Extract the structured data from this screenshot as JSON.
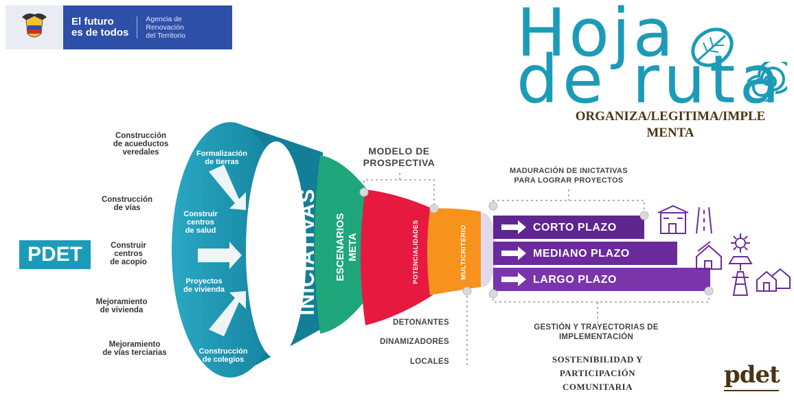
{
  "header": {
    "slogan_line1": "El futuro",
    "slogan_line2": "es de todos",
    "agency_line1": "Agencia de",
    "agency_line2": "Renovación",
    "agency_line3": "del Territorio"
  },
  "brand": {
    "hoja": "Hoja",
    "de_ruta": "de ruta",
    "tagline_line1": "ORGANIZA/LEGITIMA/IMPLE",
    "tagline_line2": "MENTA",
    "bottom_logo": "pdet"
  },
  "pdet_badge": "PDET",
  "left_labels": [
    {
      "line1": "Construcción",
      "line2": "de acueductos",
      "line3": "veredales"
    },
    {
      "line1": "Construcción",
      "line2": "de vías",
      "line3": ""
    },
    {
      "line1": "Construir",
      "line2": "centros",
      "line3": "de acopio"
    },
    {
      "line1": "Mejoramiento",
      "line2": "de vivienda",
      "line3": ""
    },
    {
      "line1": "Mejoramiento",
      "line2": "de vías terciarias",
      "line3": ""
    }
  ],
  "funnel_inner": [
    {
      "line1": "Formalización",
      "line2": "de tierras",
      "line3": ""
    },
    {
      "line1": "Construir",
      "line2": "centros",
      "line3": "de salud"
    },
    {
      "line1": "Proyectos",
      "line2": "de vivienda",
      "line3": ""
    },
    {
      "line1": "Construcción",
      "line2": "de colegios",
      "line3": ""
    }
  ],
  "stages": {
    "iniciativas": "INICIATIVAS",
    "escenarios_line1": "ESCENARIOS",
    "escenarios_line2": "META",
    "potencialidades": "POTENCIALIDADES",
    "multicriterio": "MULTICRITERIO"
  },
  "modelo_line1": "MODELO DE",
  "modelo_line2": "PROSPECTIVA",
  "maduracion_line1": "MADURACIÓN DE INICTATIVAS",
  "maduracion_line2": "PARA LOGRAR PROYECTOS",
  "plazos": [
    "CORTO PLAZO",
    "MEDIANO PLAZO",
    "LARGO PLAZO"
  ],
  "bottom_list": [
    "DETONANTES",
    "DINAMIZADORES",
    "LOCALES"
  ],
  "gestion_line1": "GESTIÓN Y TRAYECTORIAS DE",
  "gestion_line2": "IMPLEMENTACIÓN",
  "sostenibilidad": [
    "SOSTENIBILIDAD Y",
    "PARTICIPACIÓN",
    "COMUNITARIA"
  ],
  "colors": {
    "teal": "#1c9bb8",
    "green": "#1fa67a",
    "red": "#e8193f",
    "orange": "#f7921d",
    "purple": "#6a2a9c",
    "gov_blue": "#2e4fa8"
  }
}
